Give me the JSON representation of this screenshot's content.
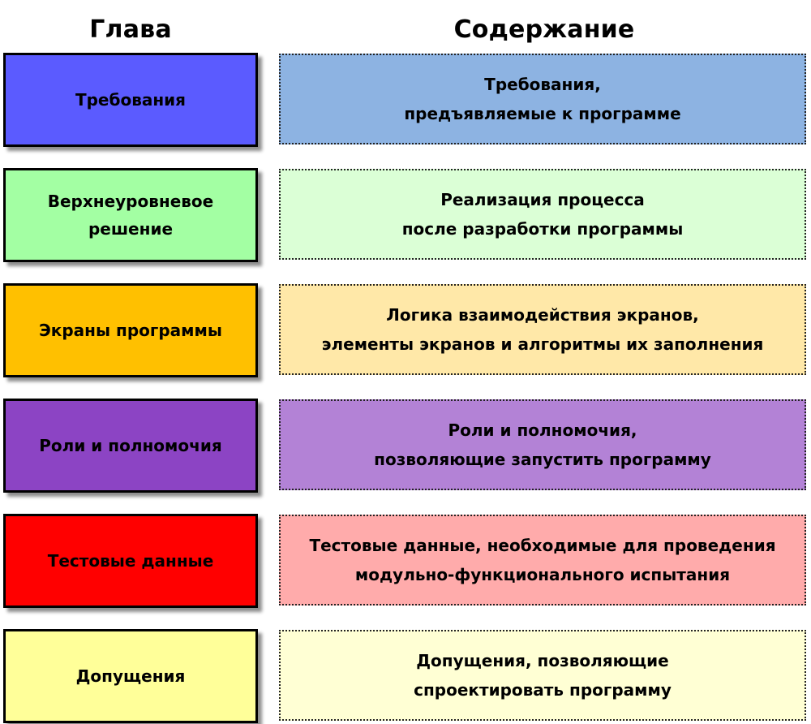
{
  "headers": {
    "chapter": "Глава",
    "content": "Содержание"
  },
  "rows": [
    {
      "chapter": "Требования",
      "content": [
        "Требования,",
        "предъявляемые к программе"
      ],
      "chapter_color": "#5b5bff",
      "content_color": "#8db3e2"
    },
    {
      "chapter": "Верхнеуровневое\nрешение",
      "content": [
        "Реализация процесса",
        "после разработки программы"
      ],
      "chapter_color": "#a3ffa3",
      "content_color": "#dbffd6"
    },
    {
      "chapter": "Экраны программы",
      "content": [
        "Логика взаимодействия экранов,",
        "элементы экранов и алгоритмы их заполнения"
      ],
      "chapter_color": "#ffc000",
      "content_color": "#ffe8a8"
    },
    {
      "chapter": "Роли и полномочия",
      "content": [
        "Роли и полномочия,",
        "позволяющие запустить программу"
      ],
      "chapter_color": "#8c44c4",
      "content_color": "#b382d6"
    },
    {
      "chapter": "Тестовые данные",
      "content": [
        "Тестовые данные, необходимые для проведения",
        "модульно-функционального испытания"
      ],
      "chapter_color": "#ff0000",
      "content_color": "#ffabab"
    },
    {
      "chapter": "Допущения",
      "content": [
        "Допущения, позволяющие",
        "спроектировать программу"
      ],
      "chapter_color": "#ffff99",
      "content_color": "#ffffd4"
    }
  ]
}
